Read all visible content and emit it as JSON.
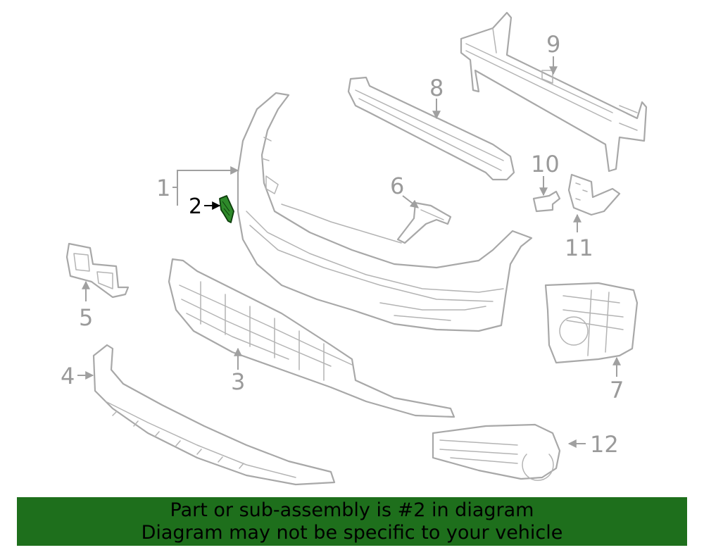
{
  "callouts": {
    "c1": "1",
    "c2": "2",
    "c3": "3",
    "c4": "4",
    "c5": "5",
    "c6": "6",
    "c7": "7",
    "c8": "8",
    "c9": "9",
    "c10": "10",
    "c11": "11",
    "c12": "12"
  },
  "highlight_color": "#1e6f1c",
  "banner": {
    "line1": "Part or sub-assembly is #2 in diagram",
    "line2": "Diagram may not be specific to your vehicle"
  }
}
